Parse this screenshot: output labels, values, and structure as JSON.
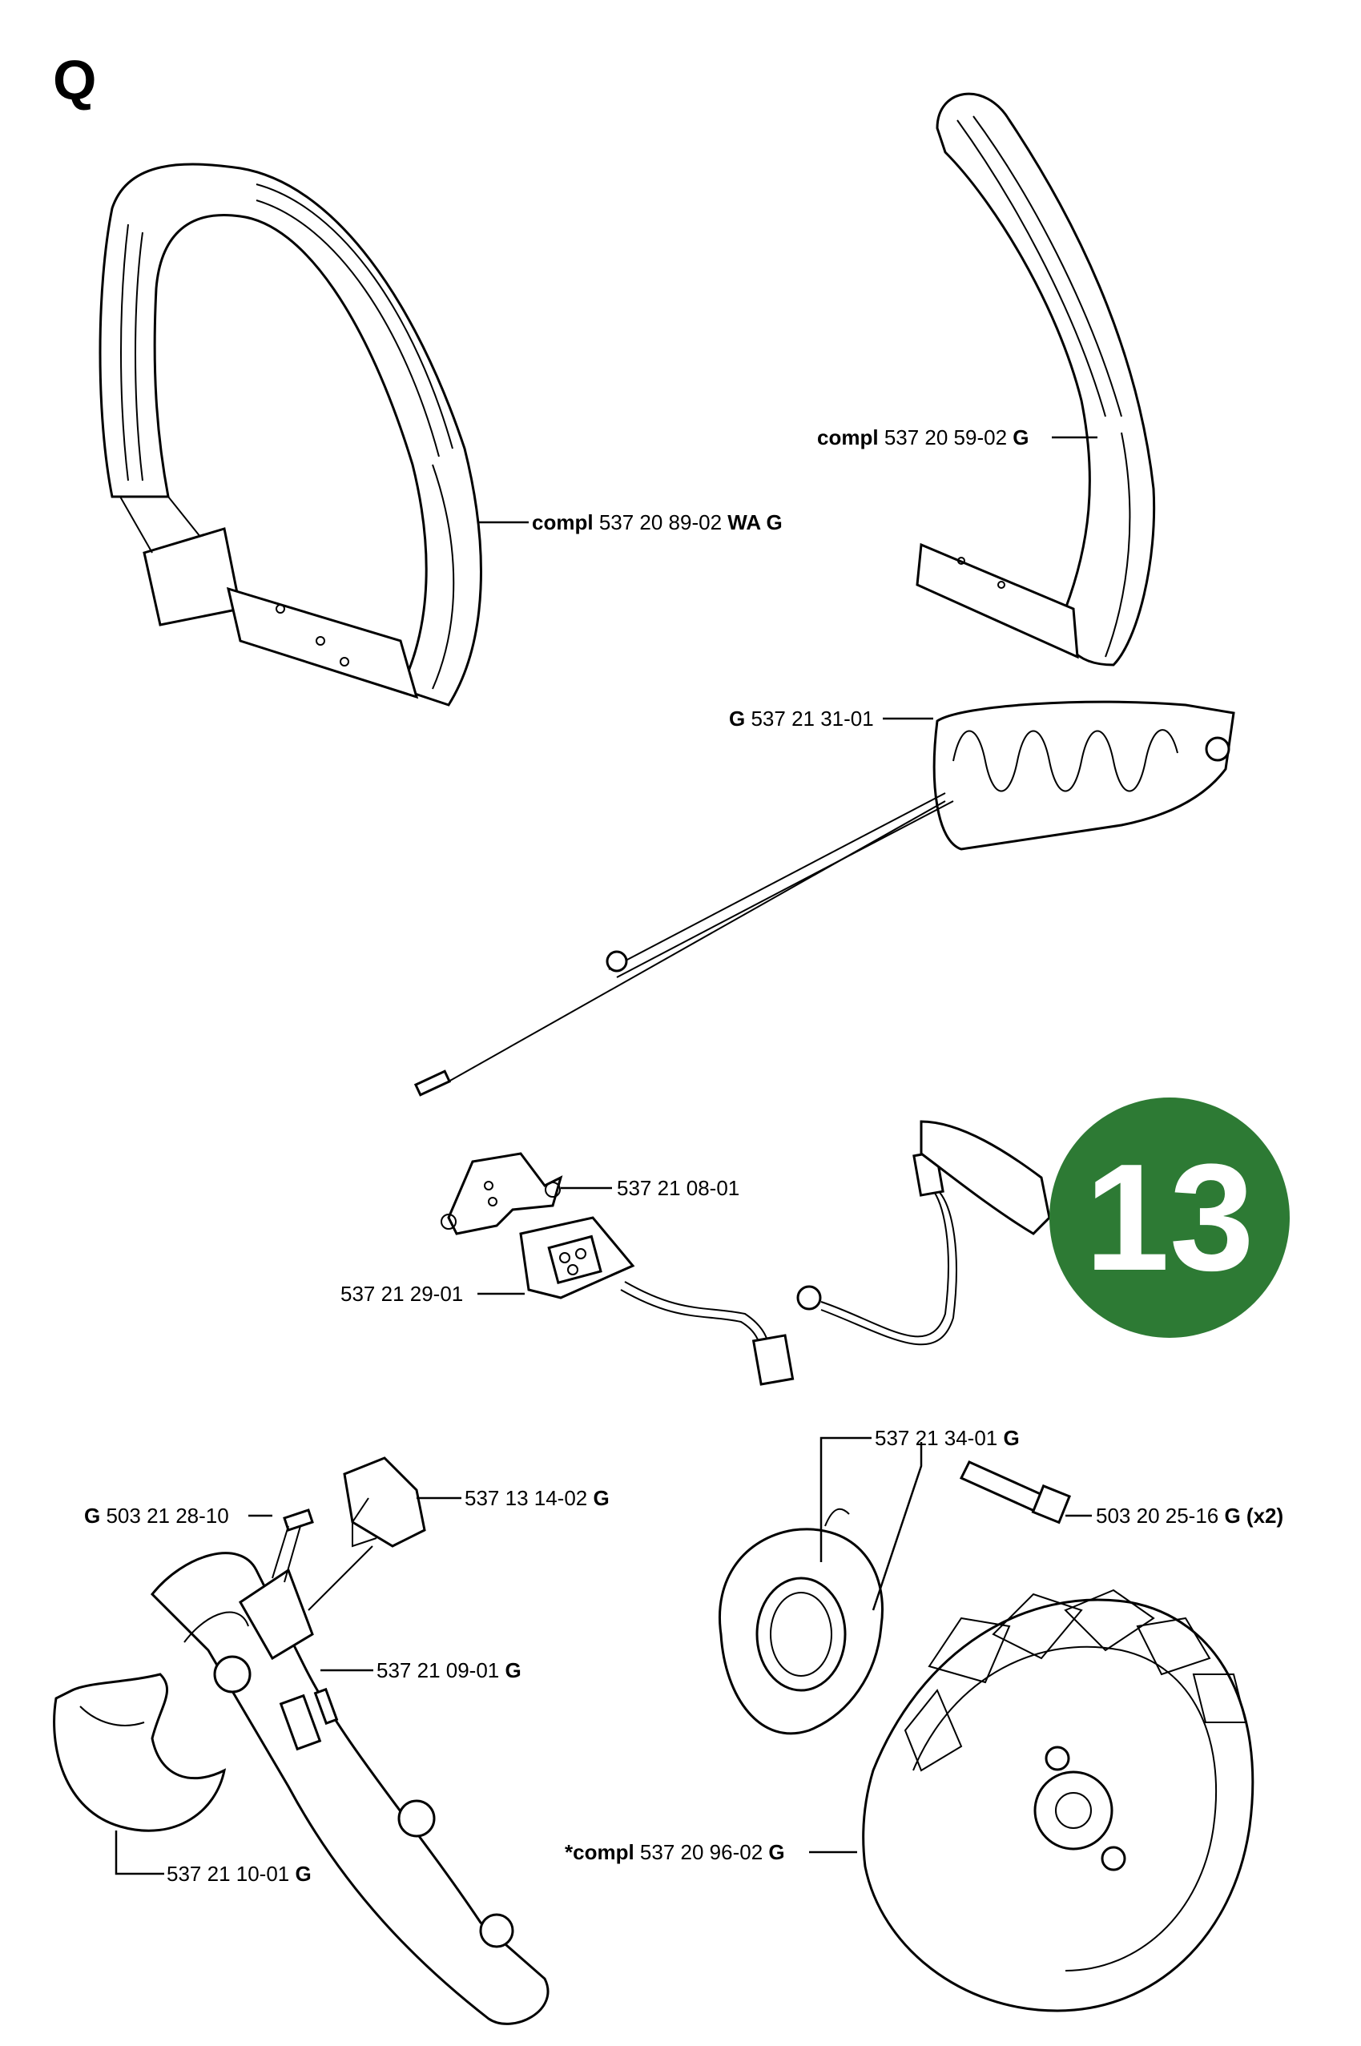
{
  "section": "Q",
  "badge": {
    "text": "13",
    "color": "#2d7a34"
  },
  "labels": {
    "l1": {
      "pre": "compl",
      "num": "537 20 89-02",
      "post": "WA G"
    },
    "l2": {
      "pre": "compl",
      "num": "537 20 59-02",
      "post": "G"
    },
    "l3": {
      "pre": "G",
      "num": "537 21 31-01",
      "post": ""
    },
    "l4": {
      "pre": "",
      "num": "537 21 08-01",
      "post": ""
    },
    "l5": {
      "pre": "",
      "num": "537 21 29-01",
      "post": ""
    },
    "l6": {
      "pre": "",
      "num": "537 21 34-01",
      "post": "G"
    },
    "l7": {
      "pre": "",
      "num": "503 20 25-16",
      "post": "G (x2)"
    },
    "l8": {
      "pre": "G",
      "num": "503 21 28-10",
      "post": ""
    },
    "l9": {
      "pre": "",
      "num": "537 13 14-02",
      "post": "G"
    },
    "l10": {
      "pre": "",
      "num": "537 21 09-01",
      "post": "G"
    },
    "l11": {
      "pre": "",
      "num": "537 21 10-01",
      "post": "G"
    },
    "l12": {
      "pre": "*compl",
      "num": "537 20 96-02",
      "post": "G"
    }
  }
}
